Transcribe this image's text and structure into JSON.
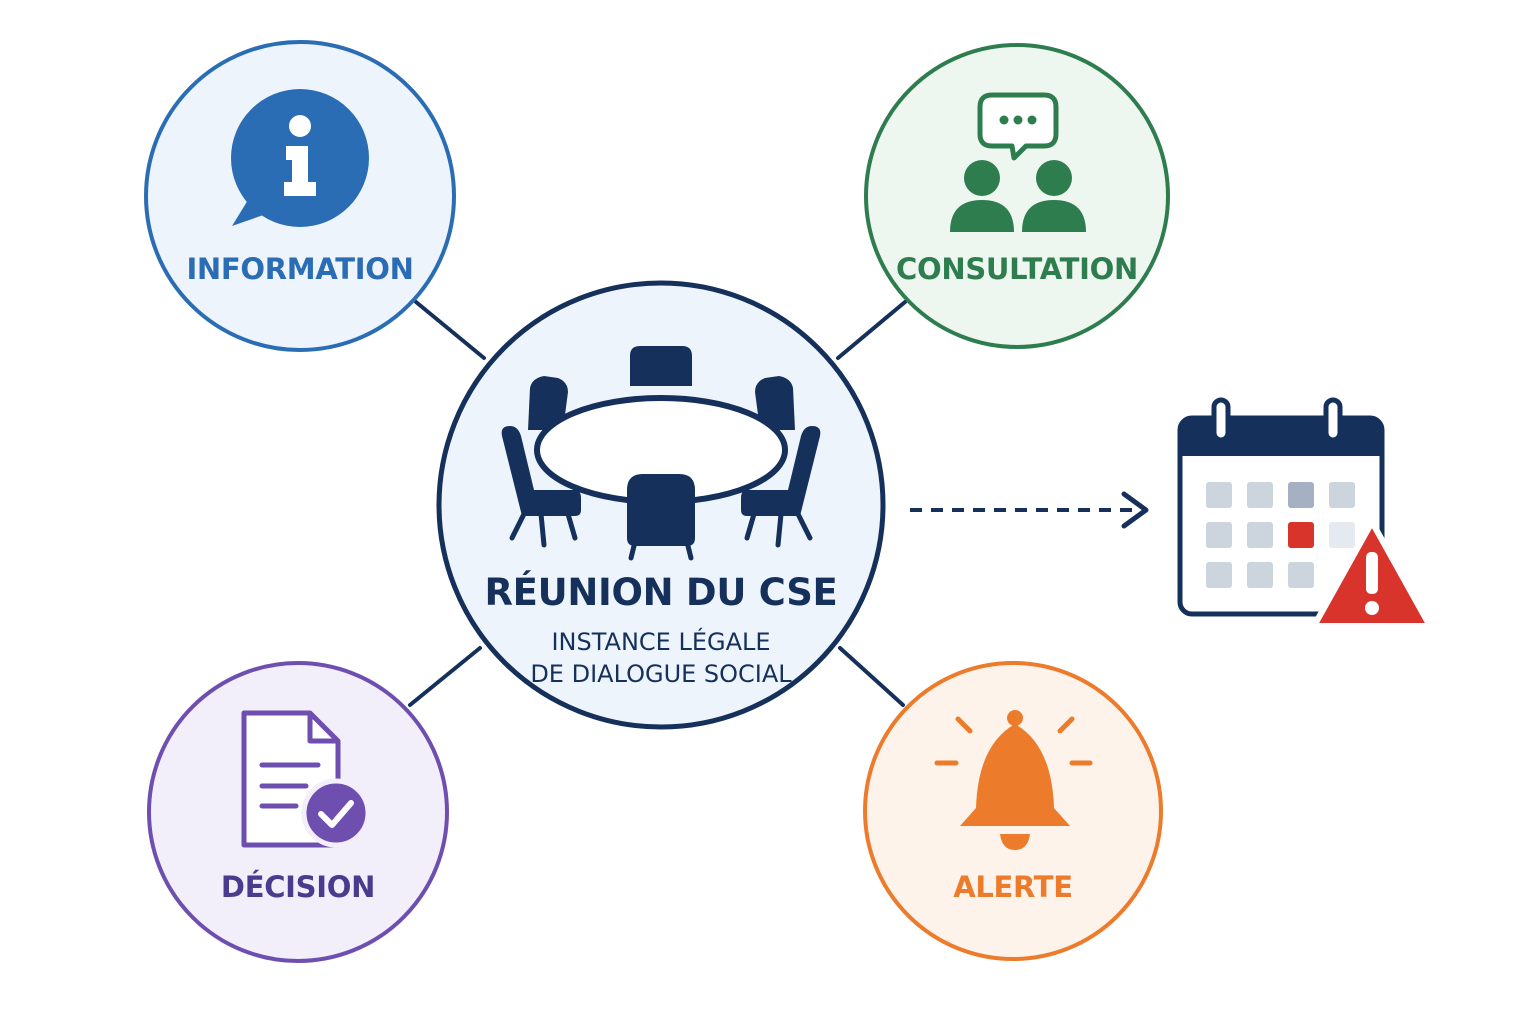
{
  "colors": {
    "navy": "#15305a",
    "information": "#2b6db5",
    "information_bg": "#eef4fc",
    "consultation": "#2e7d4f",
    "consultation_bg": "#eef6f0",
    "decision": "#6e4fb0",
    "decision_bg": "#f2eefa",
    "alerte": "#ec7c2c",
    "alerte_bg": "#fdf3ea",
    "center_bg": "#eef4fb",
    "warning_red": "#d9342b"
  },
  "center": {
    "title": "RÉUNION DU CSE",
    "subtitle_line1": "INSTANCE LÉGALE",
    "subtitle_line2": "DE DIALOGUE SOCIAL",
    "icon": "meeting-table-icon"
  },
  "nodes": {
    "information": {
      "label": "INFORMATION",
      "icon": "info-bubble-icon"
    },
    "consultation": {
      "label": "CONSULTATION",
      "icon": "people-chat-icon"
    },
    "decision": {
      "label": "DÉCISION",
      "icon": "document-check-icon"
    },
    "alerte": {
      "label": "ALERTE",
      "icon": "bell-icon"
    }
  },
  "side": {
    "icon": "calendar-warning-icon",
    "arrow": "dashed-arrow"
  }
}
